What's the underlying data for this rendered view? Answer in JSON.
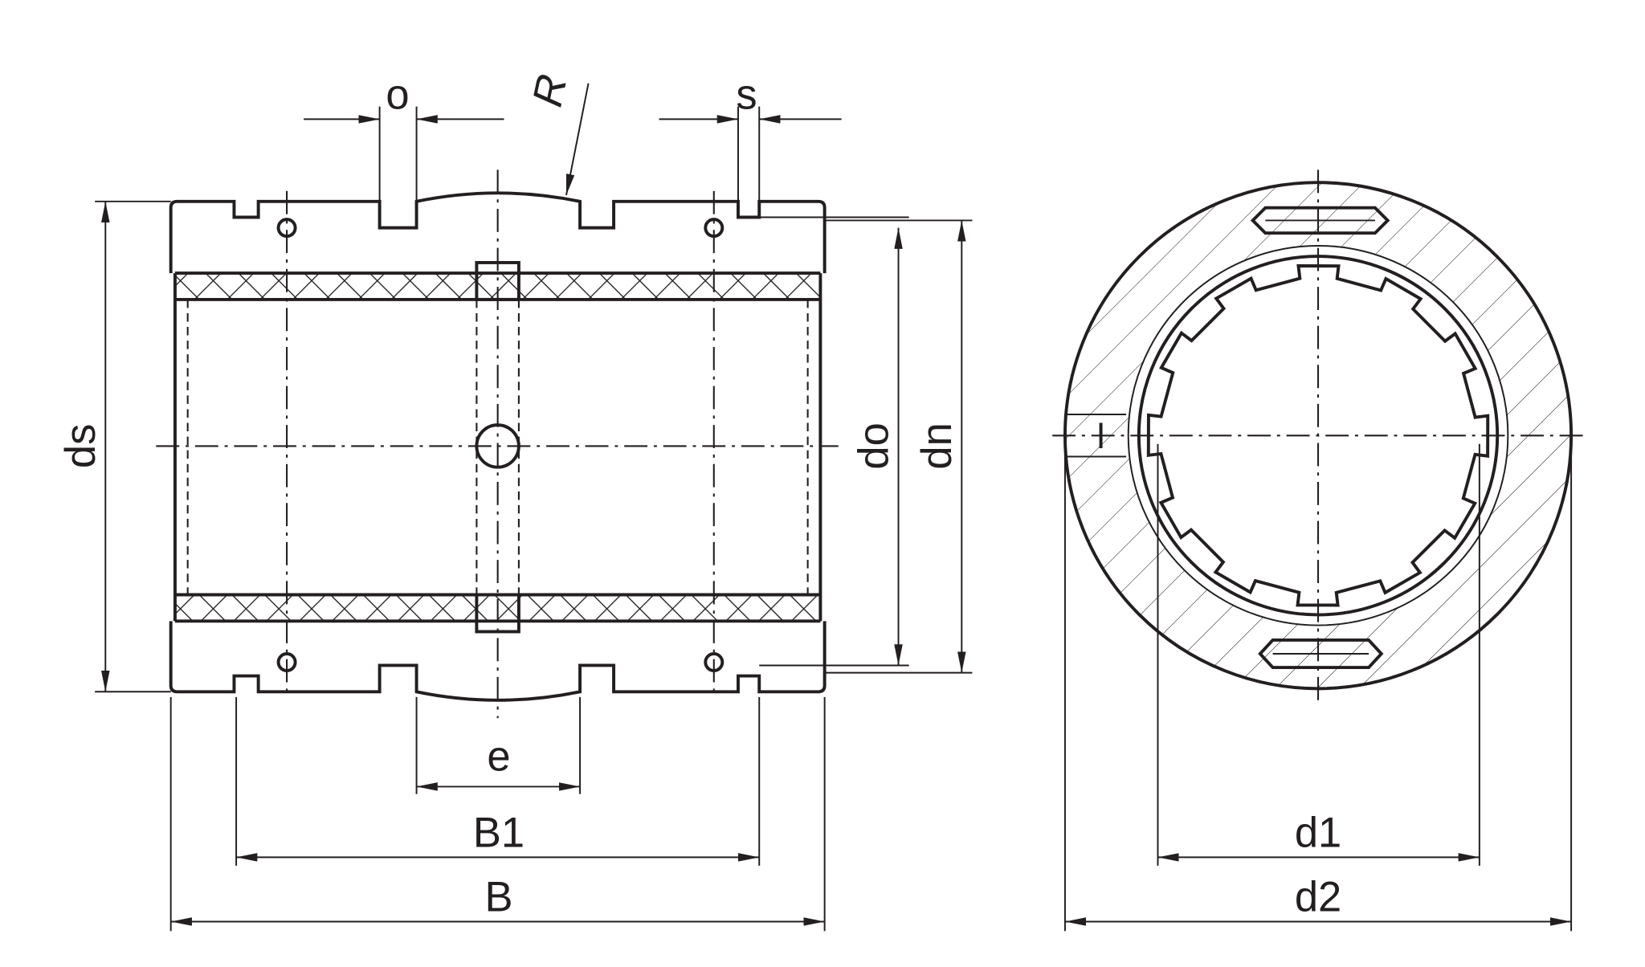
{
  "labels": {
    "o": "o",
    "s": "s",
    "R": "R",
    "ds": "ds",
    "do": "do",
    "dn": "dn",
    "e": "e",
    "B1": "B1",
    "B": "B",
    "d1": "d1",
    "d2": "d2"
  },
  "colors": {
    "line": "#231f20",
    "background": "#ffffff"
  }
}
